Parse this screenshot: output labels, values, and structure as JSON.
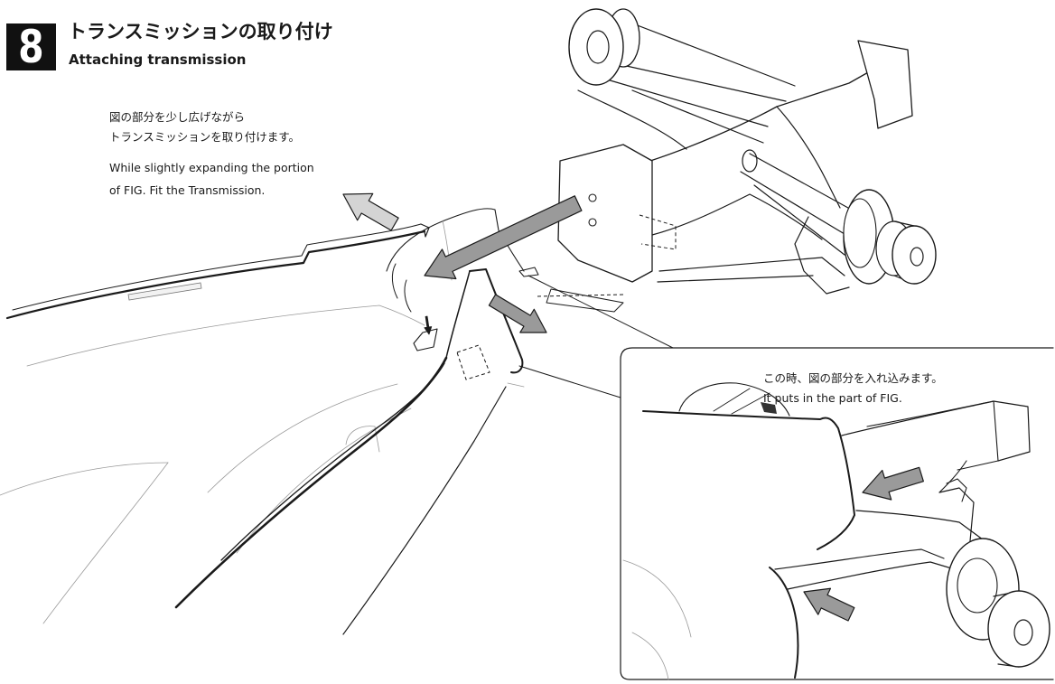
{
  "step": {
    "number": "8",
    "title_ja": "トランスミッションの取り付け",
    "title_en": "Attaching transmission"
  },
  "instruction": {
    "ja": [
      "図の部分を少し広げながら",
      "トランスミッションを取り付けます。"
    ],
    "en": [
      "While slightly expanding the portion",
      "of FIG. Fit the Transmission."
    ]
  },
  "inset": {
    "ja": "この時、図の部分を入れ込みます。",
    "en": "It puts in the part of FIG."
  },
  "colors": {
    "line": "#1a1a1a",
    "faint_line": "#9a9a9a",
    "arrow_fill": "#9a9a9a",
    "arrow_light_fill": "#d4d4d4",
    "badge": "#111111"
  }
}
